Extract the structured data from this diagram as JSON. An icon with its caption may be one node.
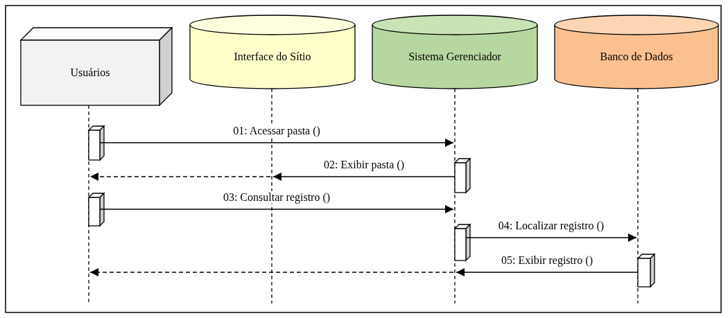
{
  "diagram": {
    "nodes": [
      {
        "text": [
          "Usuários"
        ]
      },
      {
        "text": [
          "Interface do Sítio"
        ]
      },
      {
        "text": [
          "Sistema Gerenciador"
        ]
      },
      {
        "text": [
          "Banco de Dados"
        ]
      },
      {
        "text": [],
        "shape": "line"
      },
      {
        "text": [],
        "shape": "line"
      },
      {
        "text": [],
        "shape": "line"
      },
      {
        "text": [],
        "shape": "line"
      },
      {
        "text": [],
        "shape": "bar"
      },
      {
        "text": [],
        "shape": "bar"
      },
      {
        "text": [],
        "shape": "bar"
      },
      {
        "text": [],
        "shape": "bar"
      },
      {
        "text": [],
        "shape": "bar"
      }
    ],
    "edges": [
      {
        "from": 8,
        "to": 6,
        "arrow": "to",
        "label": "01: Acessar pasta ()"
      },
      {
        "from": 9,
        "to": 5,
        "arrow": "to",
        "label": "02: Exibir pasta ()"
      },
      {
        "from": 5,
        "to": 4,
        "arrow": "to",
        "style": "dashed"
      },
      {
        "from": 10,
        "to": 6,
        "arrow": "to",
        "label": "03: Consultar registro ()"
      },
      {
        "from": 11,
        "to": 7,
        "arrow": "to",
        "label": "04: Localizar registro ()"
      },
      {
        "from": 12,
        "to": 6,
        "arrow": "to",
        "label": "05: Exibir registro ()"
      },
      {
        "from": 6,
        "to": 4,
        "arrow": "to",
        "style": "dashed"
      }
    ]
  }
}
